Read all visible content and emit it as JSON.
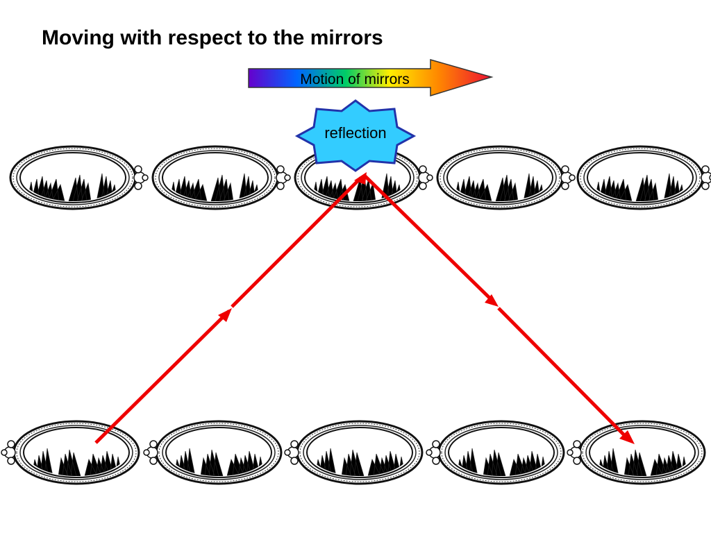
{
  "slide": {
    "title": "Moving with respect to the mirrors",
    "motion_label": "Motion of mirrors",
    "reflection_label": "reflection"
  },
  "colors": {
    "ray": "#ee0000",
    "star_fill": "#33ccff",
    "star_stroke": "#2233aa",
    "gradient": [
      "#6600cc",
      "#0066ff",
      "#00cc66",
      "#ffee00",
      "#ff8800",
      "#ee1133"
    ]
  },
  "icons": {
    "mirror": "oval-mirror-icon",
    "burst": "star-burst-icon"
  },
  "mirror_rows": {
    "top_count": 5,
    "bottom_count": 5
  }
}
